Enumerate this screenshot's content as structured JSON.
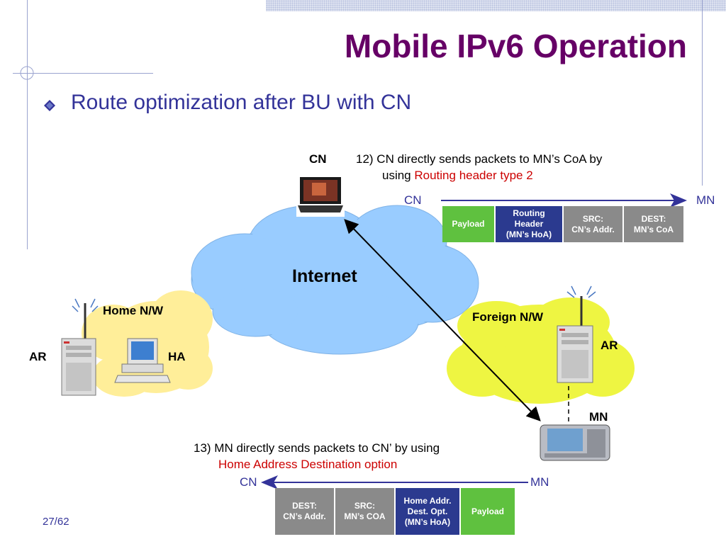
{
  "slide": {
    "title": "Mobile IPv6 Operation",
    "bullet": "Route optimization after BU with CN",
    "page_number": "27/62"
  },
  "nodes": {
    "cn": "CN",
    "internet": "Internet",
    "home_nw": "Home N/W",
    "foreign_nw": "Foreign N/W",
    "home_ar": "AR",
    "ha": "HA",
    "foreign_ar": "AR",
    "mn": "MN"
  },
  "step12": {
    "line1": "12) CN directly sends packets to MN’s CoA by",
    "line2_prefix": "using ",
    "line2_highlight": "Routing header type 2",
    "from": "CN",
    "to": "MN",
    "packet": [
      {
        "text": "Payload",
        "color": "green"
      },
      {
        "text": "Routing\nHeader\n(MN’s HoA)",
        "color": "navy"
      },
      {
        "text": "SRC:\nCN’s Addr.",
        "color": "gray"
      },
      {
        "text": "DEST:\nMN’s CoA",
        "color": "gray"
      }
    ]
  },
  "step13": {
    "line1": "13) MN directly sends packets to CN’ by using",
    "line2_highlight": "Home Address Destination option",
    "from": "MN",
    "to": "CN",
    "packet": [
      {
        "text": "DEST:\nCN’s Addr.",
        "color": "gray"
      },
      {
        "text": "SRC:\nMN’s COA",
        "color": "gray"
      },
      {
        "text": "Home Addr.\nDest. Opt.\n(MN’s HoA)",
        "color": "navy"
      },
      {
        "text": "Payload",
        "color": "green"
      }
    ]
  },
  "colors": {
    "title": "#660066",
    "accent": "#333399",
    "highlight": "#cc0000",
    "internet_cloud": "#99ccff",
    "home_cloud": "#ffee99",
    "foreign_cloud": "#eef542",
    "green": "#5fc13f",
    "navy": "#2b3a8f",
    "gray": "#8a8a8a"
  }
}
